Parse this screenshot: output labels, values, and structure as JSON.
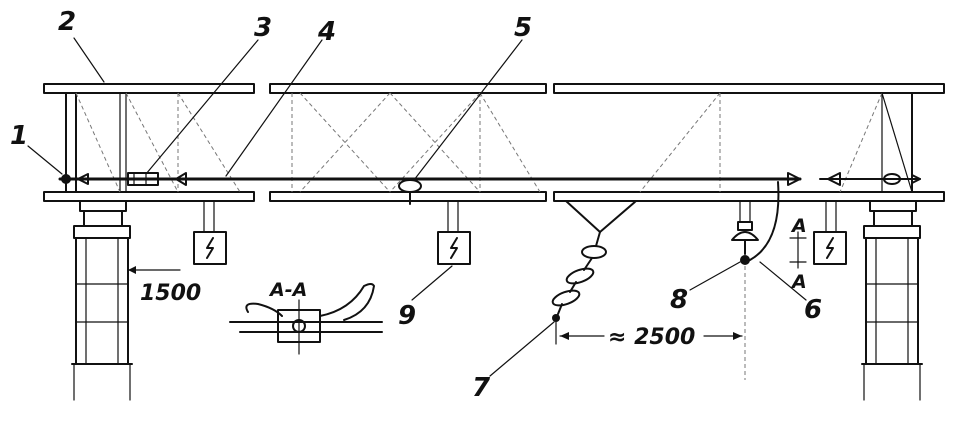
{
  "labels": {
    "l1": "1",
    "l2": "2",
    "l3": "3",
    "l4": "4",
    "l5": "5",
    "l6": "6",
    "l7": "7",
    "l8": "8",
    "l9": "9"
  },
  "dimensions": {
    "span_1500": "1500",
    "span_2500": "≈ 2500"
  },
  "section": {
    "title": "A-A",
    "marker_top": "A",
    "marker_bottom": "A"
  }
}
